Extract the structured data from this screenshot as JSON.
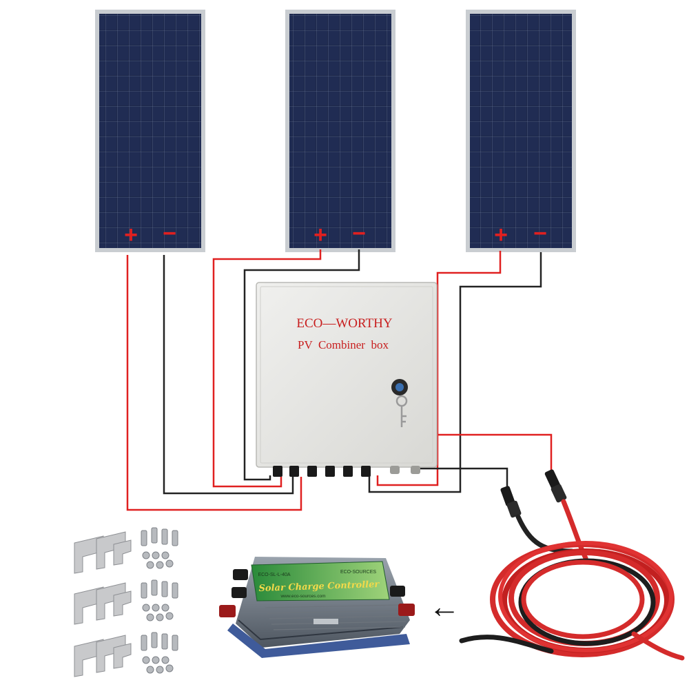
{
  "panels": [
    {
      "id": "left",
      "positive_label": "+",
      "negative_label": "−"
    },
    {
      "id": "middle",
      "positive_label": "+",
      "negative_label": "−"
    },
    {
      "id": "right",
      "positive_label": "+",
      "negative_label": "−"
    }
  ],
  "combiner_box": {
    "brand": "ECO—WORTHY",
    "title": "PV  Combiner  box"
  },
  "charge_controller": {
    "label": "Solar Charge Controller",
    "brand": "ECO-SOURCES",
    "model": "ECO-SL-L-40A",
    "website": "www.eco-sources.com"
  },
  "arrow": {
    "glyph": "←"
  },
  "colors": {
    "panel": "#1d2748",
    "frame": "#c9cdd1",
    "positive_wire": "#e02020",
    "negative_wire": "#222222",
    "box": "#e6e6e3",
    "brand_red": "#c81e1e"
  }
}
